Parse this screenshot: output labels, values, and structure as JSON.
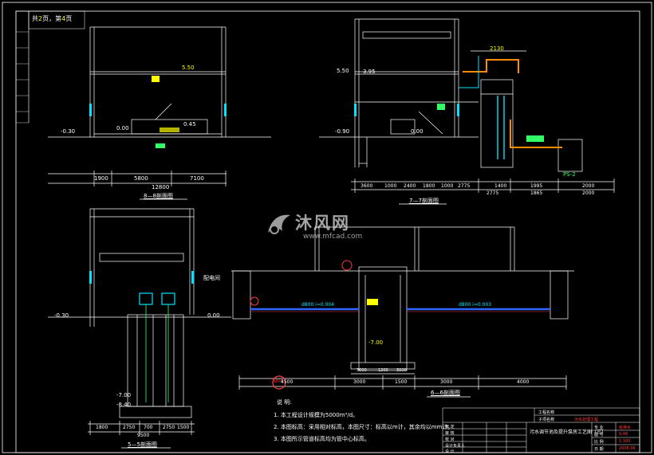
{
  "sheet_index": {
    "prefix": "共",
    "total": "2",
    "mid": "页，第",
    "page": "4",
    "suffix": "页"
  },
  "sections": {
    "s88": {
      "title": "8—8剖面图",
      "elev_top": "5.50",
      "elev_floor": "0.00",
      "elev_ground": "-0.30",
      "elev_mid": "0.45",
      "dims": [
        "1900",
        "5800",
        "7100"
      ],
      "dim_total": "12800"
    },
    "s77": {
      "title": "7—7剖面图",
      "elev_top": "5.50",
      "elev_mid": "3.95",
      "elev_floor": "0.00",
      "elev_low": "-0.90",
      "dims_row1": [
        "3600",
        "1000",
        "2400",
        "1800",
        "1000",
        "2775",
        "1400",
        "1995",
        "2000"
      ],
      "dims_row2": [
        "2775",
        "1865",
        "2000"
      ],
      "pipe_top": "2130",
      "unit_label": "PS-2"
    },
    "s55": {
      "title": "5—5剖面图",
      "room_label": "配电间",
      "elev_ground": "-0.30",
      "elev_side": "0.00",
      "elev_b1": "-7.00",
      "elev_b2": "-8.40",
      "dims": [
        "1800",
        "2750",
        "700",
        "2750",
        "1500"
      ],
      "dim_total": "9500"
    },
    "s66": {
      "title": "6—6剖面图",
      "pipe_left": "d800 i=0.004",
      "pipe_right": "d800 i=0.003",
      "elev_inner": "-7.00",
      "dims": [
        "4500",
        "3000",
        "1500",
        "3000",
        "4000"
      ],
      "inner_dims": [
        "3000",
        "1200",
        "3000"
      ],
      "marker": "3800"
    }
  },
  "notes": {
    "heading": "说    明:",
    "items": [
      "1. 本工程设计规模为5000m³/d。",
      "2. 本图标高：采用相对标高，本图尺寸：标高以m计，其余均以mm计。",
      "3. 本图所示管道标高均为管中心标高。"
    ]
  },
  "title_block": {
    "project_label": "工程名称",
    "sub_label": "子项名称",
    "sub_value": "污水处理工程",
    "drawing_title": "污水调节池及提升泵房工艺图（三）",
    "roles": [
      "审  定",
      "审  核",
      "校  对",
      "设计负责人",
      "设  计"
    ],
    "col_labels": [
      "专  业",
      "图  号",
      "比  例",
      "日  期"
    ],
    "values": [
      "给排水",
      "S-06",
      "1:100",
      "2008.06"
    ]
  },
  "watermark": {
    "text": "沐风网",
    "url": "www.mfcad.com"
  },
  "colors": {
    "background": "#000000",
    "line": "#ffffff",
    "accent_yellow": "#ffff00",
    "accent_red": "#ff3b3b",
    "accent_cyan": "#00e5ff",
    "accent_orange": "#ff8c00",
    "accent_green": "#33ff66"
  }
}
